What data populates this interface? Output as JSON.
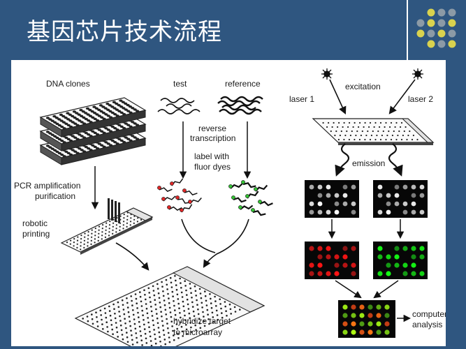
{
  "title": "基因芯片技术流程",
  "colors": {
    "background": "#2f5680",
    "panel": "#ffffff",
    "dot_gray": "#8c9aa6",
    "dot_yellow": "#d9d24e",
    "red_spot": "#e02828",
    "green_spot": "#35c235"
  },
  "labels": {
    "dna_clones": "DNA clones",
    "pcr_line1": "PCR amplification",
    "pcr_line2": "purification",
    "robotic_line1": "robotic",
    "robotic_line2": "printing",
    "test": "test",
    "reference": "reference",
    "reverse_line1": "reverse",
    "reverse_line2": "transcription",
    "label_line1": "label with",
    "label_line2": "fluor dyes",
    "hybridize_line1": "hybridize target",
    "hybridize_line2": "to microarray",
    "excitation": "excitation",
    "laser1": "laser 1",
    "laser2": "laser 2",
    "emission": "emission",
    "computer_line1": "computer",
    "computer_line2": "analysis"
  }
}
